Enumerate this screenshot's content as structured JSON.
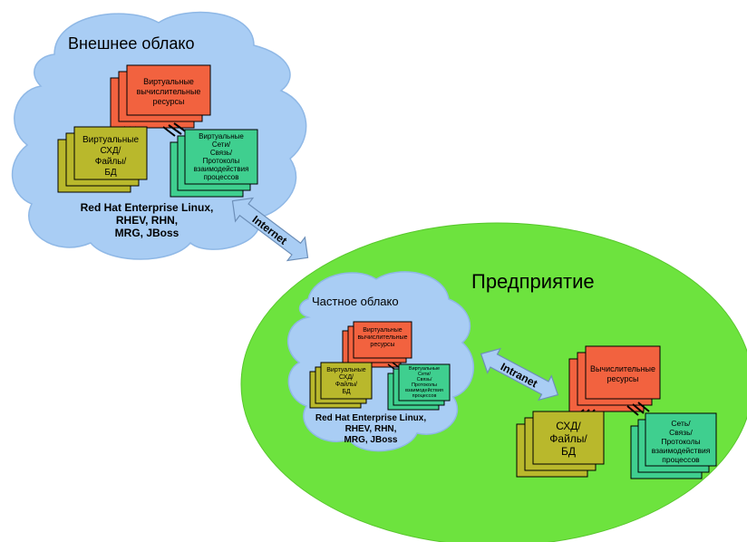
{
  "external_cloud": {
    "title": "Внешнее облако",
    "compute": [
      "Виртуальные",
      "вычислительные",
      "ресурсы"
    ],
    "storage": [
      "Виртуальные",
      "СХД/",
      "Файлы/",
      "БД"
    ],
    "network": [
      "Виртуальные",
      "Сети/",
      "Связь/",
      "Протоколы",
      "взаимодействия",
      "процессов"
    ],
    "platform": [
      "Red Hat Enterprise Linux,",
      "RHEV, RHN,",
      "MRG, JBoss"
    ]
  },
  "internet_label": "Internet",
  "enterprise": {
    "title": "Предприятие",
    "private_cloud": {
      "title": "Частное облако",
      "compute": [
        "Виртуальные",
        "вычислительные",
        "ресурсы"
      ],
      "storage": [
        "Виртуальные",
        "СХД/",
        "Файлы/",
        "БД"
      ],
      "network": [
        "Виртуальные",
        "Сети/",
        "Связь/",
        "Протоколы",
        "взаимодействия",
        "процессов"
      ],
      "platform": [
        "Red Hat Enterprise Linux,",
        "RHEV, RHN,",
        "MRG, JBoss"
      ]
    },
    "intranet_label": "Intranet",
    "compute": [
      "Вычислительные",
      "ресурсы"
    ],
    "storage": [
      "СХД/",
      "Файлы/",
      "БД"
    ],
    "network": [
      "Сеть/",
      "Связь/",
      "Протоколы",
      "взаимодействия",
      "процессов"
    ]
  },
  "colors": {
    "cloud": "#a9cdf4",
    "enterprise": "#6de33e",
    "compute": "#f2623f",
    "storage": "#b9b82c",
    "network": "#3fcf8f",
    "arrow": "#a9cdf4"
  }
}
